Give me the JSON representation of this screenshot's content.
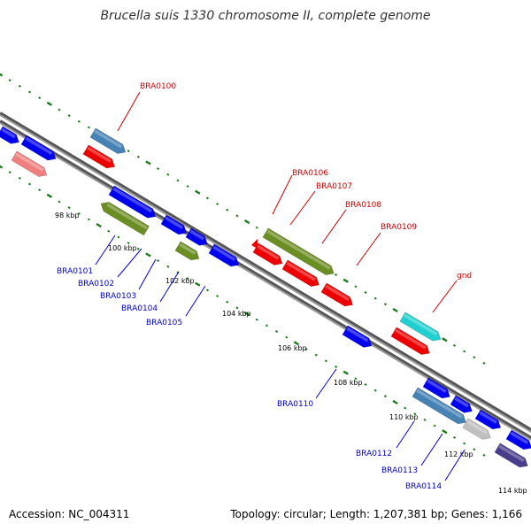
{
  "title": "Brucella suis 1330 chromosome II, complete genome",
  "footer": {
    "accession": "Accession: NC_004311",
    "summary": "Topology: circular; Length: 1,207,381 bp; Genes: 1,166"
  },
  "colors": {
    "backbone": "#8a8a8a",
    "tick": "#1e7a1e",
    "forward_label": "#cc0000",
    "reverse_label": "#0000cc",
    "blue": "#0000ee",
    "red": "#ee0000",
    "olive": "#6b8e23",
    "steelblue": "#4682b4",
    "lightcoral": "#f08080",
    "cyan": "#20d0d0",
    "lightgray": "#c0c0c0",
    "darkslateblue": "#483d8b"
  },
  "ticks": [
    "98 kbp",
    "100 kbp",
    "102 kbp",
    "104 kbp",
    "106 kbp",
    "108 kbp",
    "110 kbp",
    "112 kbp",
    "114 kbp"
  ],
  "forward_genes": [
    "BRA0100",
    "BRA0106",
    "BRA0107",
    "BRA0108",
    "BRA0109",
    "gnd"
  ],
  "reverse_genes": [
    "BRA0101",
    "BRA0102",
    "BRA0103",
    "BRA0104",
    "BRA0105",
    "BRA0110",
    "BRA0112",
    "BRA0113",
    "BRA0114"
  ]
}
